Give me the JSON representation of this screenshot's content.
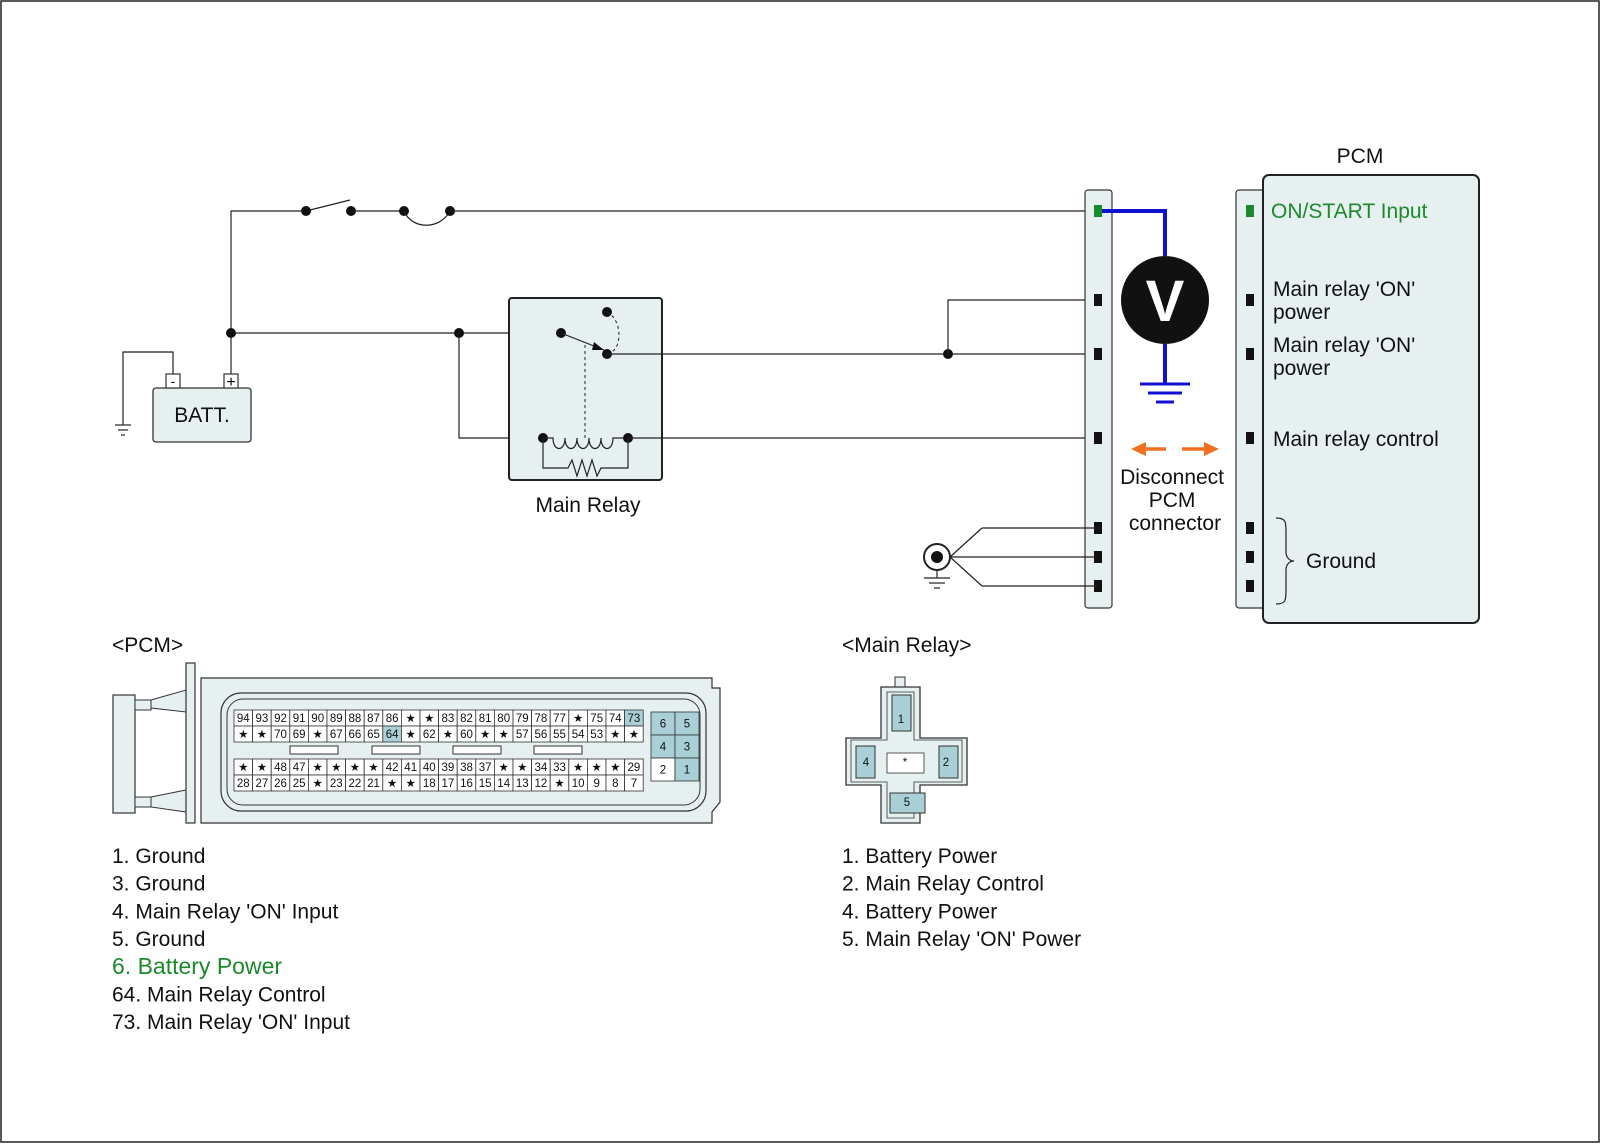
{
  "title": "PCM",
  "battery_label": "BATT.",
  "battery_neg_symbol": "-",
  "battery_pos_symbol": "+",
  "main_relay_label": "Main Relay",
  "voltmeter_label": "V",
  "disconnect_note": [
    "Disconnect",
    "PCM",
    "connector"
  ],
  "pcm_terminals": [
    {
      "label": "ON/START Input",
      "highlight": true
    },
    {
      "label": "Main relay 'ON' power",
      "lines": [
        "Main relay 'ON'",
        "power"
      ]
    },
    {
      "label": "Main relay 'ON' power",
      "lines": [
        "Main relay 'ON'",
        "power"
      ]
    },
    {
      "label": "Main relay control"
    },
    {
      "label": "Ground",
      "bracket": 3
    }
  ],
  "pcm_connector": {
    "title": "<PCM>",
    "rows": [
      [
        "94",
        "93",
        "92",
        "91",
        "90",
        "89",
        "88",
        "87",
        "86",
        "*",
        "*",
        "83",
        "82",
        "81",
        "80",
        "79",
        "78",
        "77",
        "*",
        "75",
        "74",
        "73"
      ],
      [
        "*",
        "*",
        "70",
        "69",
        "*",
        "67",
        "66",
        "65",
        "64",
        "*",
        "62",
        "*",
        "60",
        "*",
        "*",
        "57",
        "56",
        "55",
        "54",
        "53",
        "*",
        "*"
      ],
      [
        "*",
        "*",
        "48",
        "47",
        "*",
        "*",
        "*",
        "*",
        "42",
        "41",
        "40",
        "39",
        "38",
        "37",
        "*",
        "*",
        "34",
        "33",
        "*",
        "*",
        "*",
        "29"
      ],
      [
        "28",
        "27",
        "26",
        "25",
        "*",
        "23",
        "22",
        "21",
        "*",
        "*",
        "18",
        "17",
        "16",
        "15",
        "14",
        "13",
        "12",
        "*",
        "10",
        "9",
        "8",
        "7"
      ]
    ],
    "highlighted_pins": [
      "73",
      "64",
      "6",
      "5",
      "4",
      "3",
      "1"
    ],
    "power_block": [
      [
        "6",
        "5"
      ],
      [
        "4",
        "3"
      ],
      [
        "2",
        "1"
      ]
    ],
    "legend": [
      {
        "text": "1. Ground"
      },
      {
        "text": "3. Ground"
      },
      {
        "text": "4. Main Relay 'ON' Input"
      },
      {
        "text": "5. Ground"
      },
      {
        "text": "6. Battery Power",
        "highlight": true
      },
      {
        "text": "64. Main Relay Control"
      },
      {
        "text": "73. Main Relay 'ON' Input"
      }
    ]
  },
  "relay_connector": {
    "title": "<Main Relay>",
    "pins": [
      "1",
      "2",
      "4",
      "5",
      "*"
    ],
    "legend": [
      "1. Battery Power",
      "2. Main Relay Control",
      "4. Battery Power",
      "5. Main Relay 'ON' Power"
    ]
  },
  "colors": {
    "highlight_text": "#1a8a2a",
    "probe_wire": "#1010d0",
    "arrow": "#f07020",
    "box_fill": "#e6f0f0",
    "pin_fill": "#a8d0d6"
  }
}
